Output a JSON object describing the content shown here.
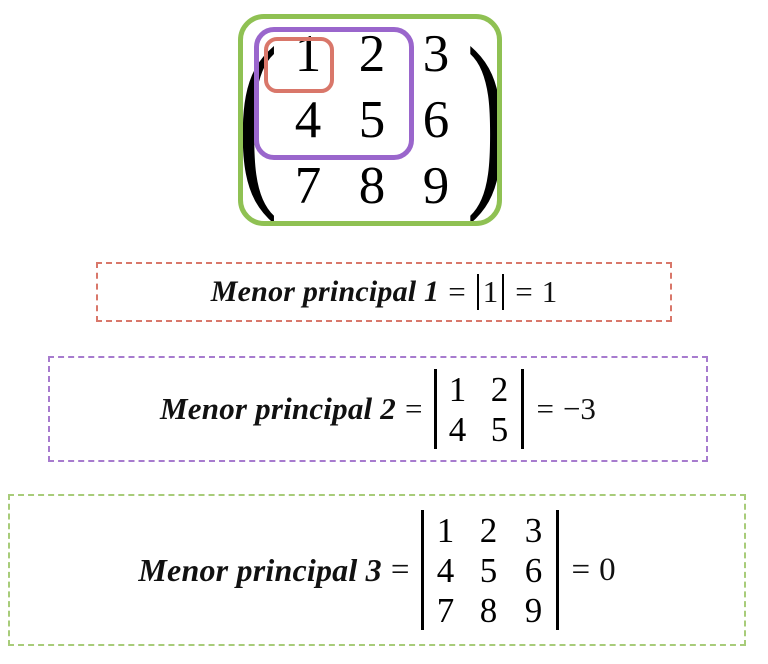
{
  "matrix": {
    "open_paren": "(",
    "close_paren": ")",
    "rows": [
      [
        "1",
        "2",
        "3"
      ],
      [
        "4",
        "5",
        "6"
      ],
      [
        "7",
        "8",
        "9"
      ]
    ],
    "highlight_boxes": [
      {
        "name": "minor-1-highlight",
        "color": "#d9776a",
        "covers": "1x1 top-left submatrix"
      },
      {
        "name": "minor-2-highlight",
        "color": "#9a66cc",
        "covers": "2x2 leading submatrix"
      },
      {
        "name": "minor-3-highlight",
        "color": "#8fc153",
        "covers": "full 3x3 matrix"
      }
    ]
  },
  "minors": [
    {
      "label": "Menor principal 1",
      "equals": "=",
      "abs_value": "1",
      "equals2": "=",
      "result": "1",
      "border_color": "#d9776a"
    },
    {
      "label": "Menor principal 2",
      "equals": "=",
      "determinant": [
        [
          "1",
          "2"
        ],
        [
          "4",
          "5"
        ]
      ],
      "equals2": "=",
      "result": "−3",
      "border_color": "#a77bce"
    },
    {
      "label": "Menor principal 3",
      "equals": "=",
      "determinant": [
        [
          "1",
          "2",
          "3"
        ],
        [
          "4",
          "5",
          "6"
        ],
        [
          "7",
          "8",
          "9"
        ]
      ],
      "equals2": "=",
      "result": "0",
      "border_color": "#a8cc7a"
    }
  ]
}
